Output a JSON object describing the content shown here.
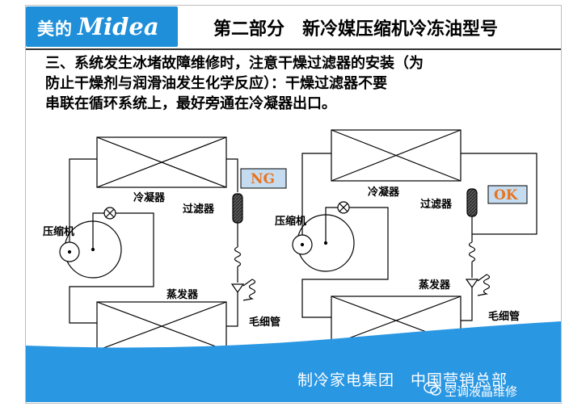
{
  "header": {
    "logo_cn": "美的",
    "logo_en": "Midea",
    "title": "第二部分　新冷媒压缩机冷冻油型号"
  },
  "body": {
    "lines": [
      "三、系统发生冰堵故障维修时，注意干燥过滤器的安装（为",
      "防止干燥剂与润滑油发生化学反应）：干燥过滤器不要",
      "串联在循环系统上，最好旁通在冷凝器出口。"
    ]
  },
  "diagrams": {
    "left": {
      "status": "NG",
      "condenser": "冷凝器",
      "filter": "过滤器",
      "compressor": "压缩机",
      "evaporator": "蒸发器",
      "capillary": "毛细管"
    },
    "right": {
      "status": "OK",
      "condenser": "冷凝器",
      "filter": "过滤器",
      "compressor": "压缩机",
      "evaporator": "蒸发器",
      "capillary": "毛细管"
    }
  },
  "footer": {
    "text": "制冷家电集团　中国营销总部",
    "watermark": "空调液晶维修"
  },
  "colors": {
    "brand_blue": "#1e8fd8",
    "footer_blue": "#2a97e3",
    "status_red": "#e8731d",
    "status_box_bg": "#c5dcf0",
    "filter_fill": "#4a4a4a"
  }
}
